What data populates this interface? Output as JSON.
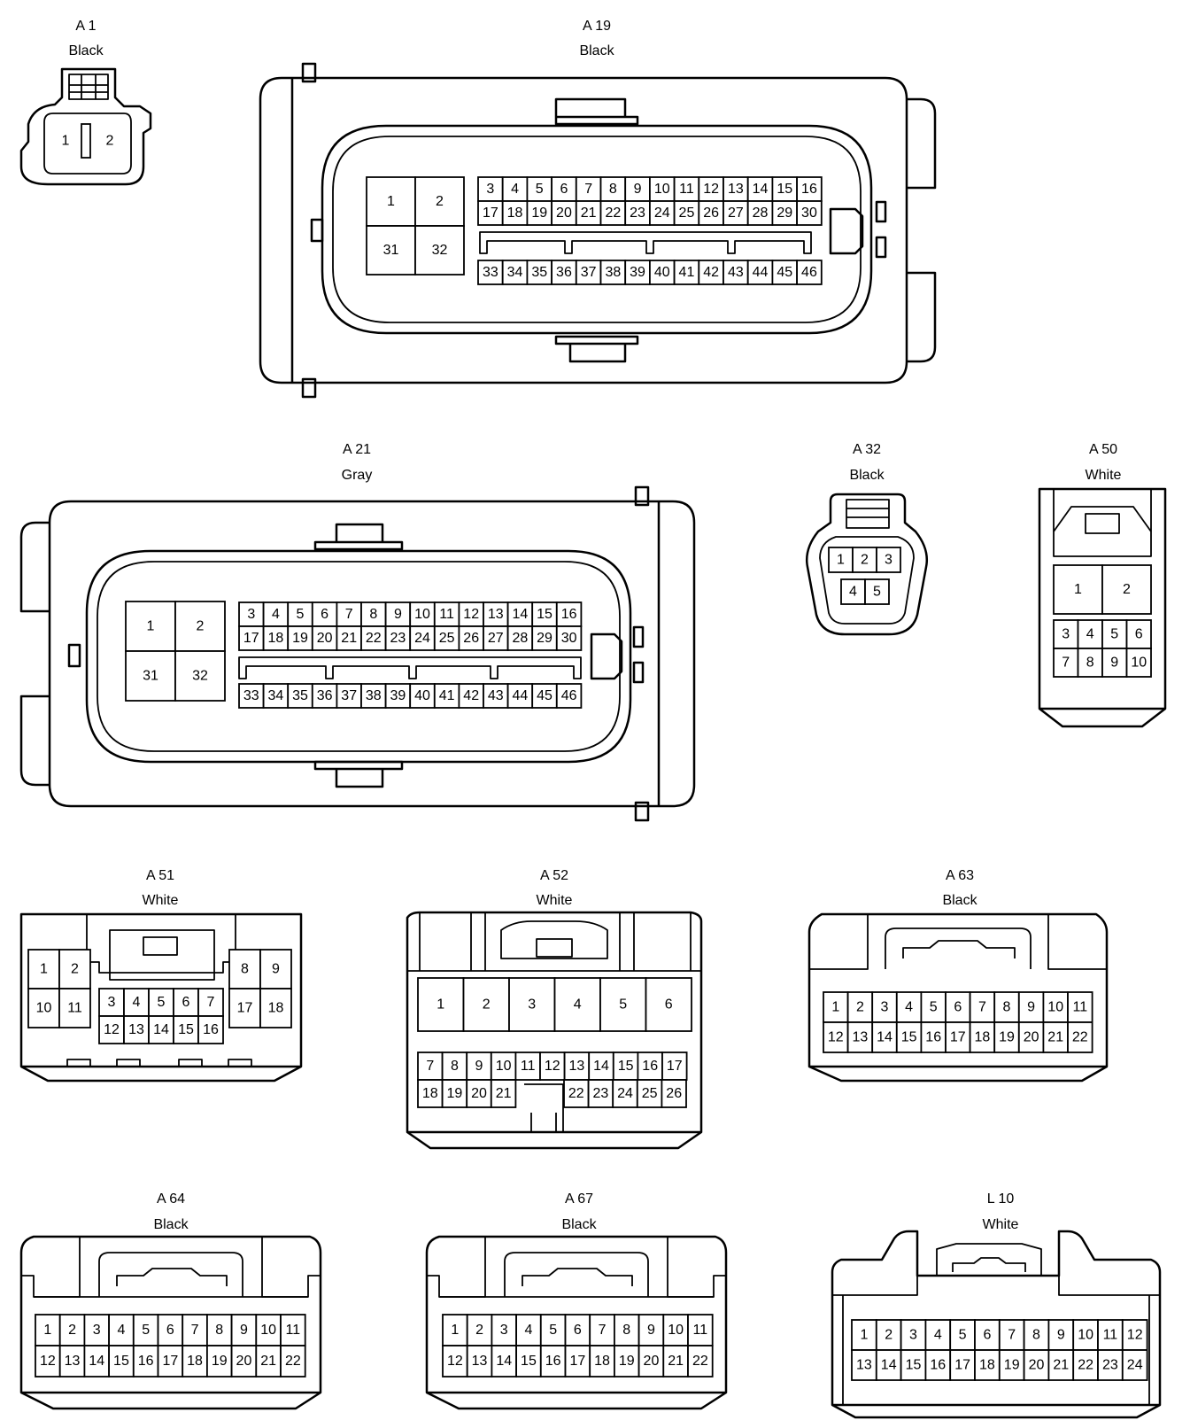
{
  "connectors": [
    {
      "id": "A1",
      "code": "A 1",
      "color": "Black"
    },
    {
      "id": "A19",
      "code": "A 19",
      "color": "Black"
    },
    {
      "id": "A21",
      "code": "A 21",
      "color": "Gray"
    },
    {
      "id": "A32",
      "code": "A 32",
      "color": "Black"
    },
    {
      "id": "A50",
      "code": "A 50",
      "color": "White"
    },
    {
      "id": "A51",
      "code": "A 51",
      "color": "White"
    },
    {
      "id": "A52",
      "code": "A 52",
      "color": "White"
    },
    {
      "id": "A63",
      "code": "A 63",
      "color": "Black"
    },
    {
      "id": "A64",
      "code": "A 64",
      "color": "Black"
    },
    {
      "id": "A67",
      "code": "A 67",
      "color": "Black"
    },
    {
      "id": "L10",
      "code": "L 10",
      "color": "White"
    }
  ]
}
